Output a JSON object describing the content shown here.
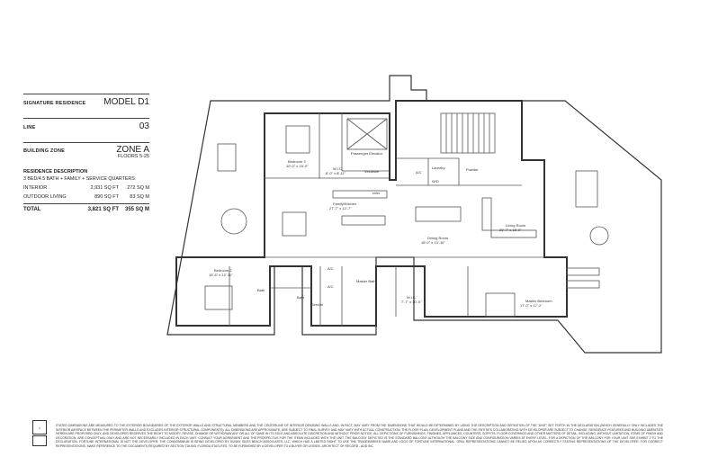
{
  "spec": {
    "name_label": "SIGNATURE RESIDENCE",
    "model": "MODEL D1",
    "line_label": "LINE",
    "line_value": "03",
    "zone_label": "BUILDING ZONE",
    "zone_value": "ZONE A",
    "floors": "FLOORS 5-25",
    "desc_label": "RESIDENCE DESCRIPTION",
    "desc_text": "3 BED/4.5 BATH + FAMILY + SERVICE QUARTERS",
    "areas": [
      {
        "label": "INTERIOR",
        "sqft": "2,931 SQ FT",
        "sqm": "272 SQ M"
      },
      {
        "label": "OUTDOOR LIVING",
        "sqft": "890 SQ FT",
        "sqm": "83 SQ M"
      }
    ],
    "total": {
      "label": "TOTAL",
      "sqft": "3,821 SQ FT",
      "sqm": "355 SQ M"
    }
  },
  "rooms": [
    {
      "name": "Bedroom 3",
      "dims": "10'-0\" x 19'-0\""
    },
    {
      "name": "Passenger Elevator",
      "dims": ""
    },
    {
      "name": "W.I.C.",
      "dims": "8'-0\" x 8'-11\""
    },
    {
      "name": "Vestibule",
      "dims": ""
    },
    {
      "name": "Laundry",
      "dims": ""
    },
    {
      "name": "Powder",
      "dims": ""
    },
    {
      "name": "A/C",
      "dims": ""
    },
    {
      "name": "W/D",
      "dims": ""
    },
    {
      "name": "Family/Kitchen",
      "dims": "27'-7\" x 12'-7\""
    },
    {
      "name": "Dining Room",
      "dims": "16'-0\" x 13'-10\""
    },
    {
      "name": "Living Room",
      "dims": "20'-7\" x 15'-0\""
    },
    {
      "name": "Bedroom 2",
      "dims": "15'-6\" x 12'-11\""
    },
    {
      "name": "Bath",
      "dims": ""
    },
    {
      "name": "Bath",
      "dims": ""
    },
    {
      "name": "Service",
      "dims": ""
    },
    {
      "name": "A/C",
      "dims": ""
    },
    {
      "name": "A/C",
      "dims": ""
    },
    {
      "name": "Master Bath",
      "dims": ""
    },
    {
      "name": "W.I.C.",
      "dims": "7'-7\" x 10'-0\""
    },
    {
      "name": "Master Bedroom",
      "dims": "17'-0\" x 17'-2\""
    },
    {
      "name": "refer",
      "dims": ""
    }
  ],
  "disclaimer": "STATED DIMENSIONS ARE MEASURED TO THE EXTERIOR BOUNDARIES OF THE EXTERIOR WALLS AND STRUCTURAL MEMBERS AND THE CENTERLINE OF INTERIOR DEMISING WALLS AND, IN FACT, MAY VARY FROM THE DIMENSIONS THAT WOULD BE DETERMINED BY USING THE DESCRIPTION AND DEFINITION OF THE \"UNIT\" SET FORTH IN THE DECLARATION (WHICH GENERALLY ONLY INCLUDES THE INTERIOR AIRSPACE BETWEEN THE PERIMETER WALLS AND EXCLUDES INTERIOR STRUCTURAL COMPONENTS). ALL DIMENSIONS ARE APPROXIMATE, ARE SUBJECT TO FINAL SURVEY AND MAY VARY WITH ACTUAL CONSTRUCTION. THE FLOOR PLAN, DEVELOPMENT PLANS AND THE ENTITIES COLLABORATING WITH DEVELOPER ARE SUBJECT TO CHANGE. RESIDENCE FEATURES AND BUILDING AMENITIES HEREIN ARE PROPOSED ONLY, AND DEVELOPER RESERVES THE RIGHT TO MODIFY, REVISE, CHANGE OR WITHDRAW ANY OR ALL OF SAME IN ITS SOLE AND ABSOLUTE DISCRETION AND WITHOUT PRIOR NOTICE. ALL DEPICTIONS OF FURNISHINGS, FINISHES, APPLIANCES, COUNTERS, SOFFITS, FLOOR COVERINGS AND OTHER MATTERS OF DETAIL, INCLUDING, WITHOUT LIMITATION, ITEMS OF FINISH AND DECORATION, ARE CONCEPTUAL ONLY AND ARE NOT NECESSARILY INCLUDED IN EACH UNIT. CONSULT YOUR AGREEMENT AND THE PROSPECTUS FOR THE ITEMS INCLUDED WITH THE UNIT. THE BALCONY DEPICTED IS THE STANDARD BALCONY ALTHOUGH THE BALCONY SIZE AND CONFIGURATION VARIES AT EVERY LEVEL. FOR A DEPICTION OF THE BALCONY FOR YOUR UNIT SEE EXHIBIT 2 TO THE DECLARATION. FORTUNE INTERNATIONAL IS NOT THE DEVELOPER. THE CONDOMINIUM IS BEING DEVELOPED BY SUNNY ISLES BEACH ASSOCIATES, LLC, WHICH HAS A LIMITED RIGHT TO USE THE TRADEMARKED NAME AND LOGO OF FORTUNE INTERNATIONAL. ORAL REPRESENTATIONS CANNOT BE RELIED UPON AS CORRECTLY STATING REPRESENTATIONS OF THE DEVELOPER. FOR CORRECT REPRESENTATIONS, MAKE REFERENCE TO THE DOCUMENTS REQUIRED BY SECTION 718.503, FLORIDA STATUTES, TO BE FURNISHED BY A DEVELOPER TO A BUYER OR LESSEE. ARCHITECT OF RECORD - ADD INC."
}
